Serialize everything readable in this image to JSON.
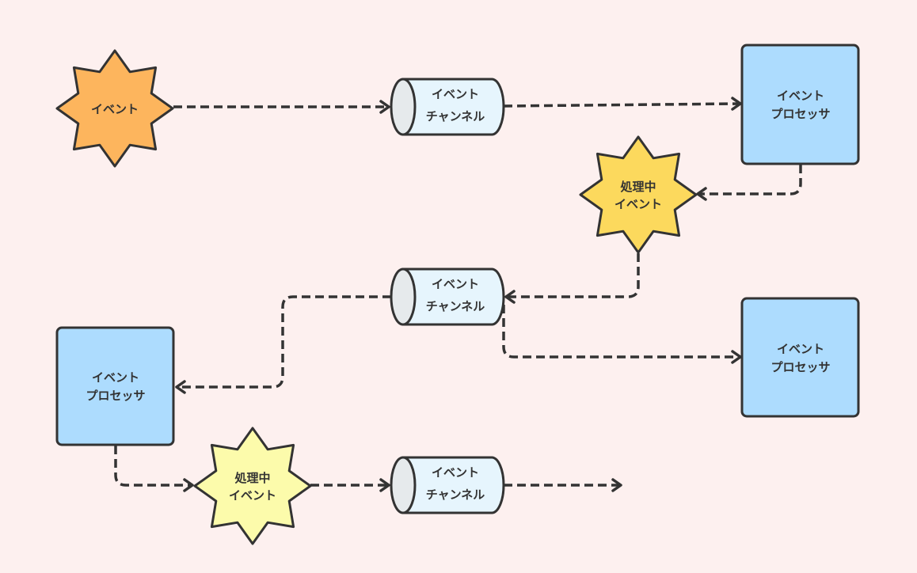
{
  "diagram": {
    "title": "",
    "colors": {
      "background": "#fdf0ef",
      "stroke": "#333333",
      "event_orange": "#fdb55d",
      "event_yellow": "#fcd95d",
      "event_light_yellow": "#fcfbab",
      "channel_fill": "#e6f5fd",
      "channel_cap": "#e6eaec",
      "processor_fill": "#addcfe"
    },
    "nodes": [
      {
        "id": "event-1",
        "type": "event-star",
        "lines": [
          "イベント"
        ],
        "color": "event_orange"
      },
      {
        "id": "channel-1",
        "type": "channel-cylinder",
        "lines": [
          "イベント",
          "チャンネル"
        ]
      },
      {
        "id": "processor-1",
        "type": "processor-box",
        "lines": [
          "イベント",
          "プロセッサ"
        ]
      },
      {
        "id": "processing-event-1",
        "type": "event-star",
        "lines": [
          "処理中",
          "イベント"
        ],
        "color": "event_yellow"
      },
      {
        "id": "channel-2",
        "type": "channel-cylinder",
        "lines": [
          "イベント",
          "チャンネル"
        ]
      },
      {
        "id": "processor-2",
        "type": "processor-box",
        "lines": [
          "イベント",
          "プロセッサ"
        ]
      },
      {
        "id": "processor-3",
        "type": "processor-box",
        "lines": [
          "イベント",
          "プロセッサ"
        ]
      },
      {
        "id": "processing-event-2",
        "type": "event-star",
        "lines": [
          "処理中",
          "イベント"
        ],
        "color": "event_light_yellow"
      },
      {
        "id": "channel-3",
        "type": "channel-cylinder",
        "lines": [
          "イベント",
          "チャンネル"
        ]
      }
    ],
    "edges": [
      {
        "from": "event-1",
        "to": "channel-1",
        "style": "dashed"
      },
      {
        "from": "channel-1",
        "to": "processor-1",
        "style": "dashed"
      },
      {
        "from": "processor-1",
        "to": "processing-event-1",
        "style": "dashed"
      },
      {
        "from": "processing-event-1",
        "to": "channel-2",
        "style": "dashed"
      },
      {
        "from": "channel-2",
        "to": "processor-3",
        "style": "dashed"
      },
      {
        "from": "channel-2",
        "to": "processor-2",
        "style": "dashed"
      },
      {
        "from": "processor-3",
        "to": "processing-event-2",
        "style": "dashed"
      },
      {
        "from": "processing-event-2",
        "to": "channel-3",
        "style": "dashed"
      },
      {
        "from": "channel-3",
        "to": "",
        "style": "dashed"
      }
    ]
  }
}
